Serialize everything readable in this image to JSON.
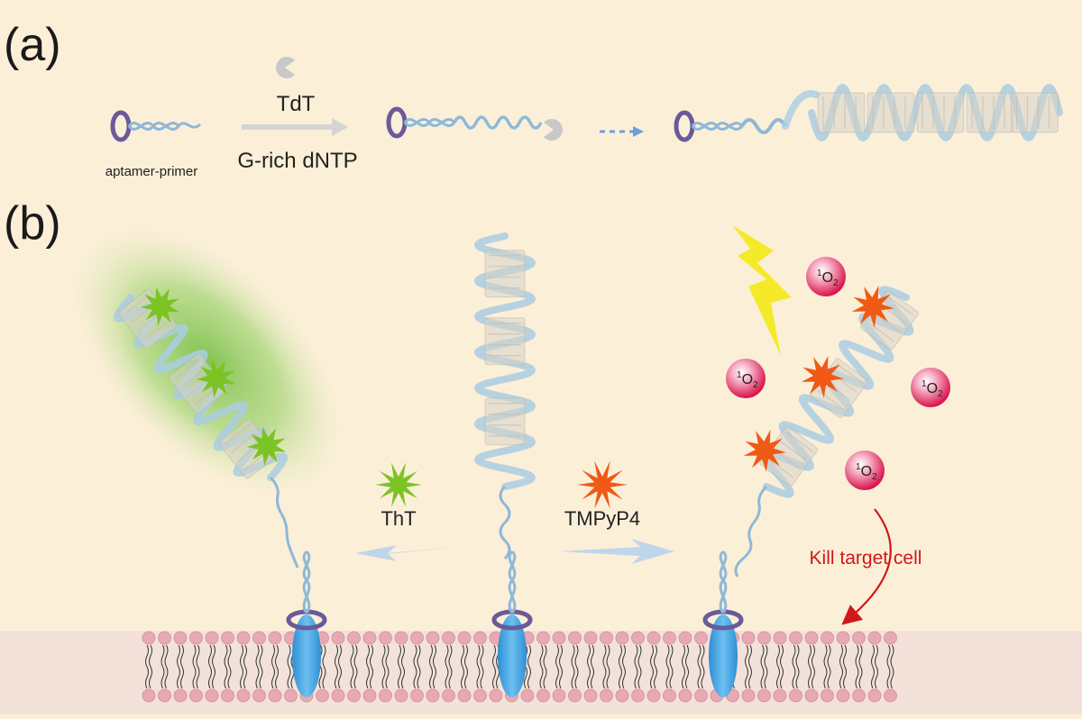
{
  "panels": {
    "a": {
      "label": "(a)"
    },
    "b": {
      "label": "(b)"
    }
  },
  "step_a": {
    "primer_label": "aptamer-primer",
    "enzyme_label": "TdT",
    "substrate_label": "G-rich dNTP"
  },
  "step_b": {
    "dye_left": "ThT",
    "dye_right": "TMPyP4",
    "effect_label": "Kill target cell",
    "singlet_oxygen": {
      "sup": "1",
      "base": "O",
      "sub": "2"
    }
  },
  "colors": {
    "background": "#fcefd8",
    "membrane": "#f3e2da",
    "lipid_head": "#e9a9b4",
    "aptamer_ring": "#6a5a9a",
    "dna_strand": "#8fb8d8",
    "g_quadruplex": "#a9cde3",
    "receptor": "#4aa3e0",
    "tht_star": "#7cc324",
    "tmpyp4_star": "#f05a14",
    "singlet_oxygen": "#d8124a",
    "lightning": "#f5ea2a",
    "arrow_red": "#d01818",
    "glow_green": "#6dbb3a"
  },
  "icons": [
    "tdt-enzyme-icon",
    "lightning-icon",
    "singlet-oxygen-icon",
    "tht-star-icon",
    "tmpyp4-star-icon"
  ]
}
